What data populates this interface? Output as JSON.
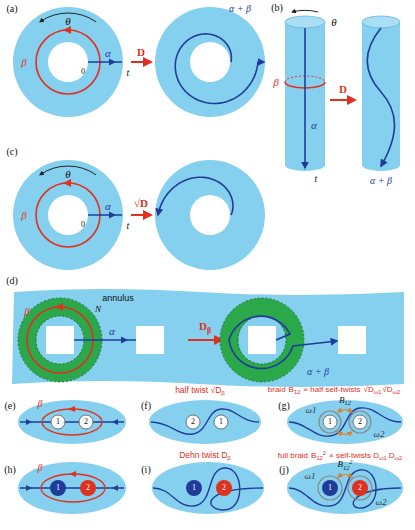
{
  "diagram": {
    "labels": [
      "(a)",
      "θ",
      "β",
      "0",
      "α",
      "t",
      "D",
      "α + β",
      "(b)",
      "θ",
      "β",
      "α",
      "t",
      "D",
      "α + β",
      "(c)",
      "θ",
      "β",
      "0",
      "α",
      "t",
      "√D",
      "(d)",
      "annulus",
      "β",
      "N",
      "α",
      "D",
      "β",
      "α + β",
      "(e)",
      "β",
      "1",
      "2",
      "(f)",
      "half twist √D",
      "β",
      "2",
      "1",
      "(g)",
      "braid",
      "B",
      "12",
      "× half self-twists",
      "√D",
      "ω1",
      "√D",
      "ω2",
      "B",
      "12",
      "ω1",
      "ω2",
      "1",
      "2",
      "(h)",
      "β",
      "1",
      "2",
      "(i)",
      "Dehn twist D",
      "β",
      "(j)",
      "full braid",
      "B",
      "12",
      "2",
      "× self-twists D",
      "ω1",
      "D",
      "ω2",
      "1",
      "2",
      "B",
      "12",
      "2",
      "ω1",
      "ω2",
      "1",
      "2"
    ]
  }
}
